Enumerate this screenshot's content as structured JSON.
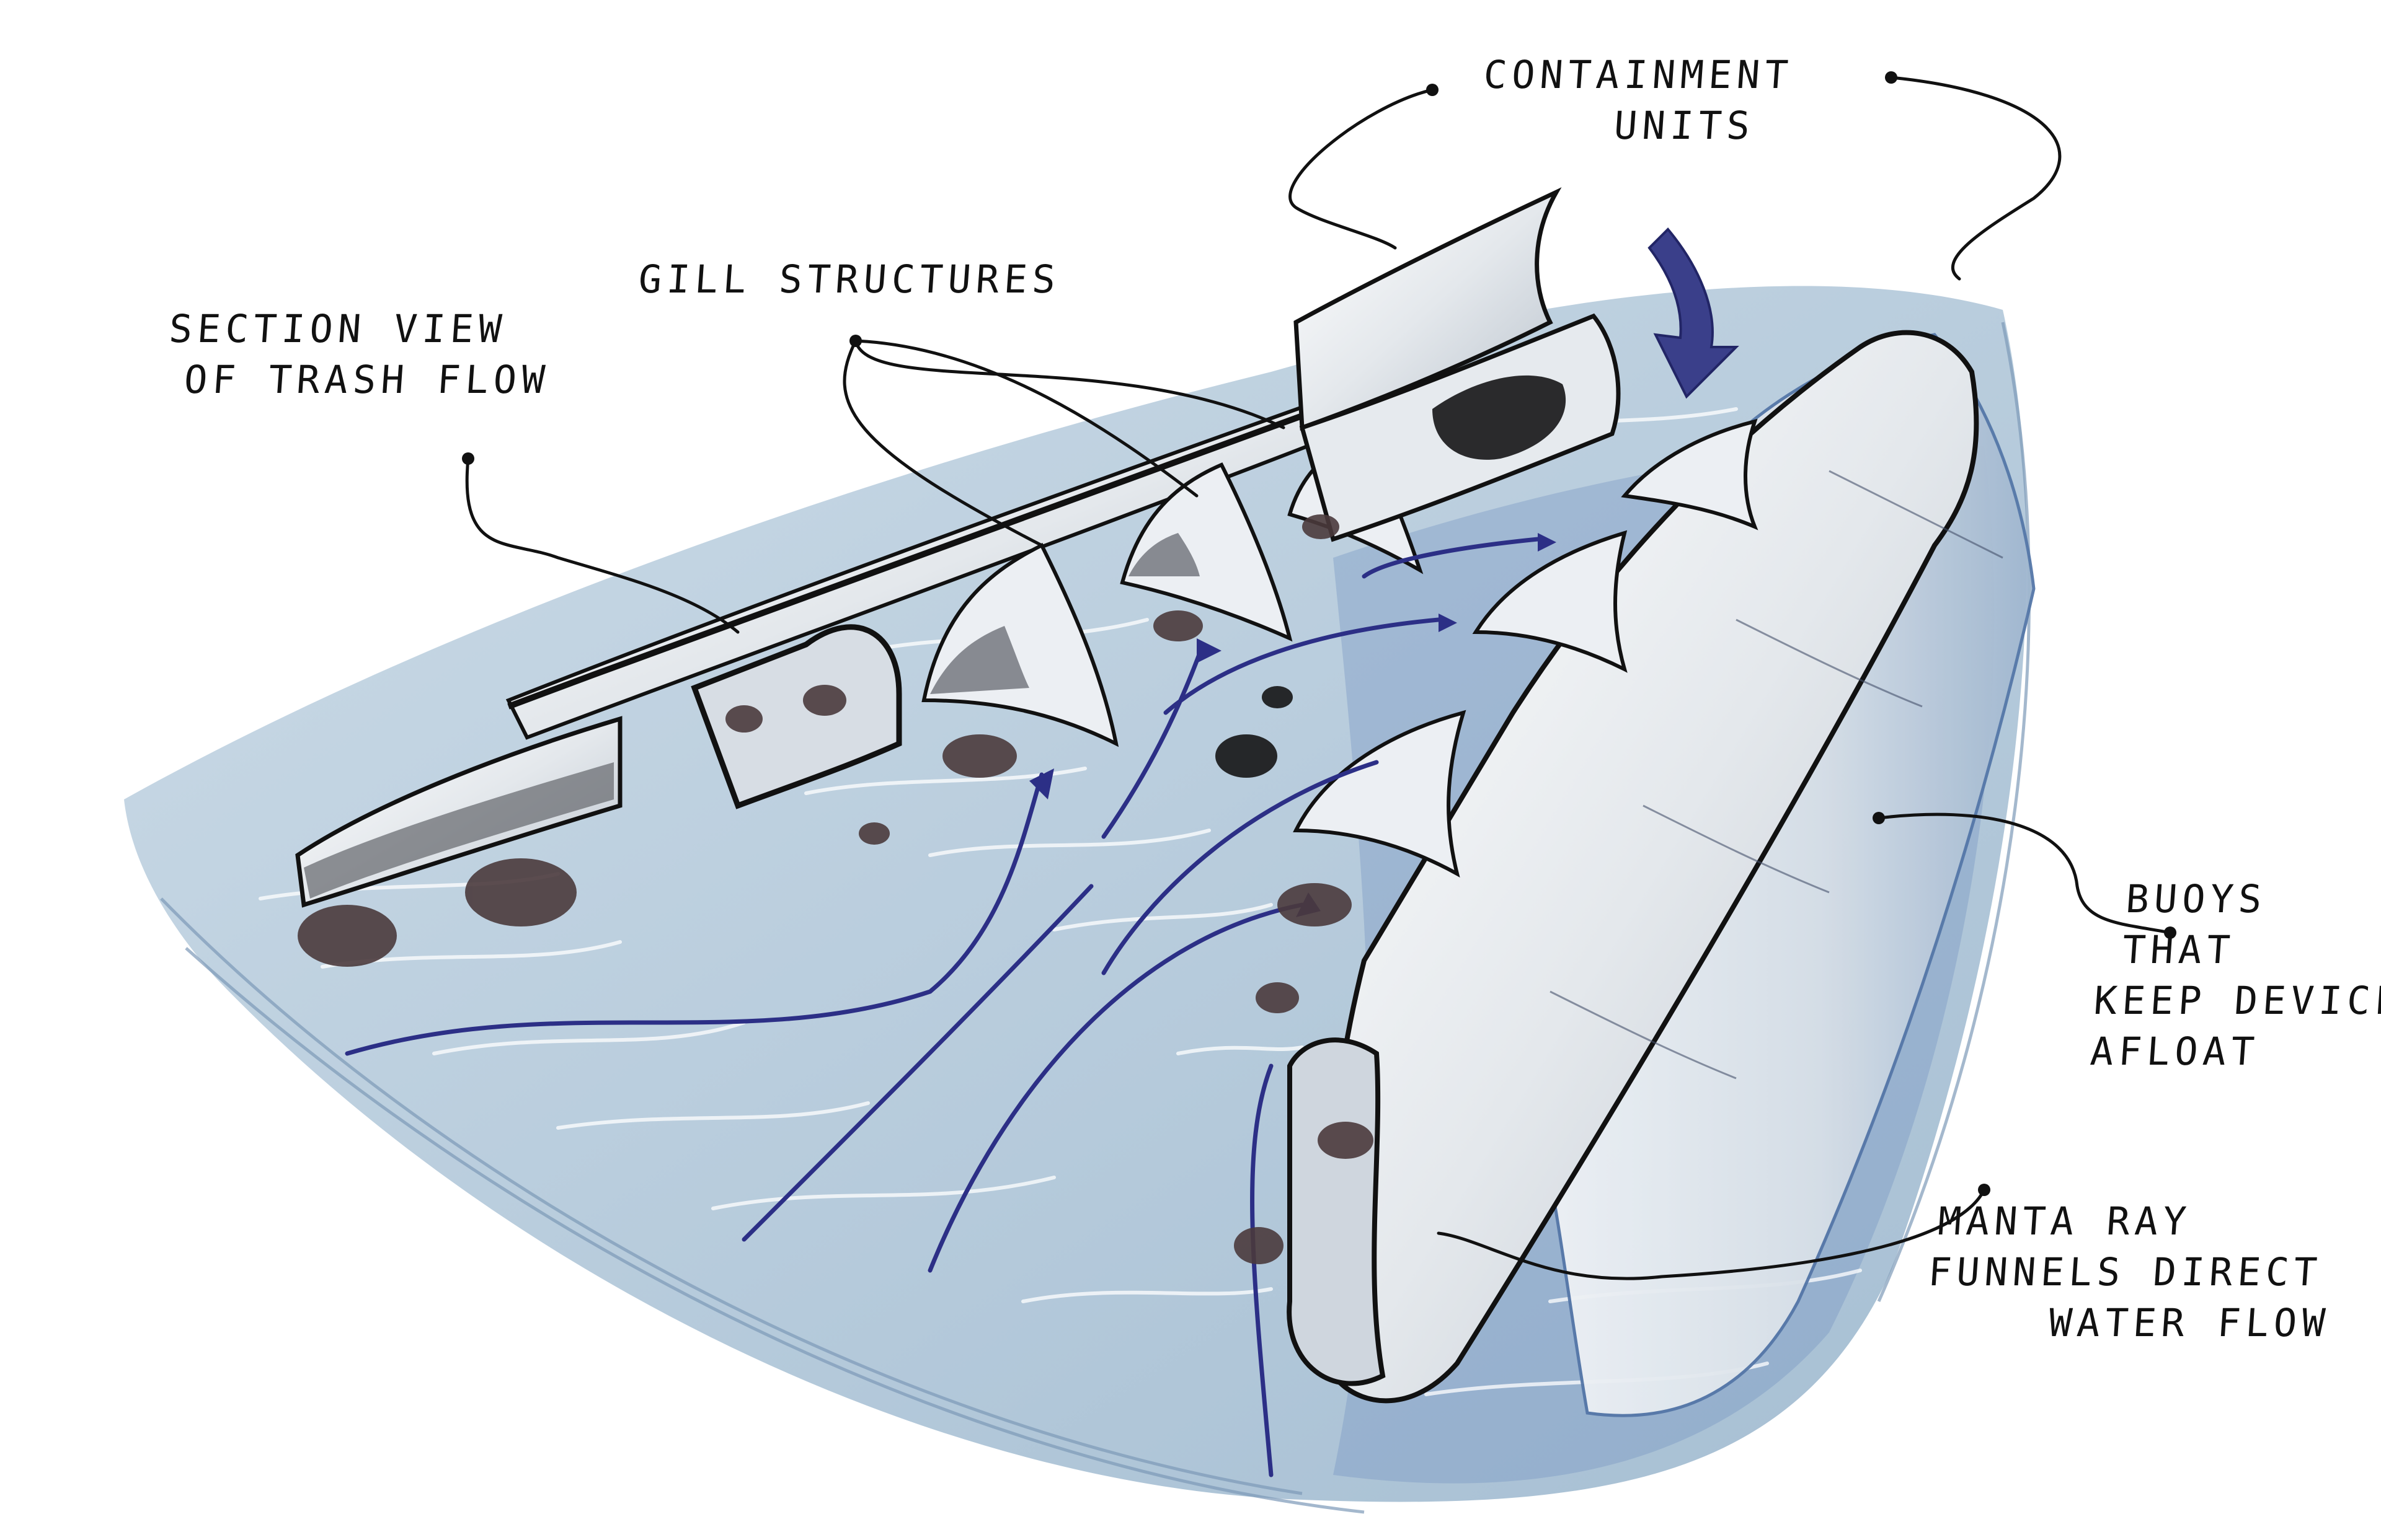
{
  "labels": {
    "containment_units": [
      "CONTAINMENT",
      "UNITS"
    ],
    "gill_structures": [
      "GILL STRUCTURES"
    ],
    "section_view": [
      "SECTION VIEW",
      "OF TRASH FLOW"
    ],
    "buoys": [
      "BUOYS",
      "THAT",
      "KEEP DEVICE",
      "AFLOAT"
    ],
    "manta_ray": [
      "MANTA RAY",
      "FUNNELS DIRECT",
      "WATER FLOW"
    ]
  },
  "colors": {
    "water": "#a9c3d6",
    "water_deep": "#8fb0c9",
    "tube_fill": "#eef1f4",
    "tube_shadow": "#c4cbd3",
    "outline": "#111111",
    "flow_arrow": "#2c2f86",
    "trash": "#4a3a3c"
  }
}
